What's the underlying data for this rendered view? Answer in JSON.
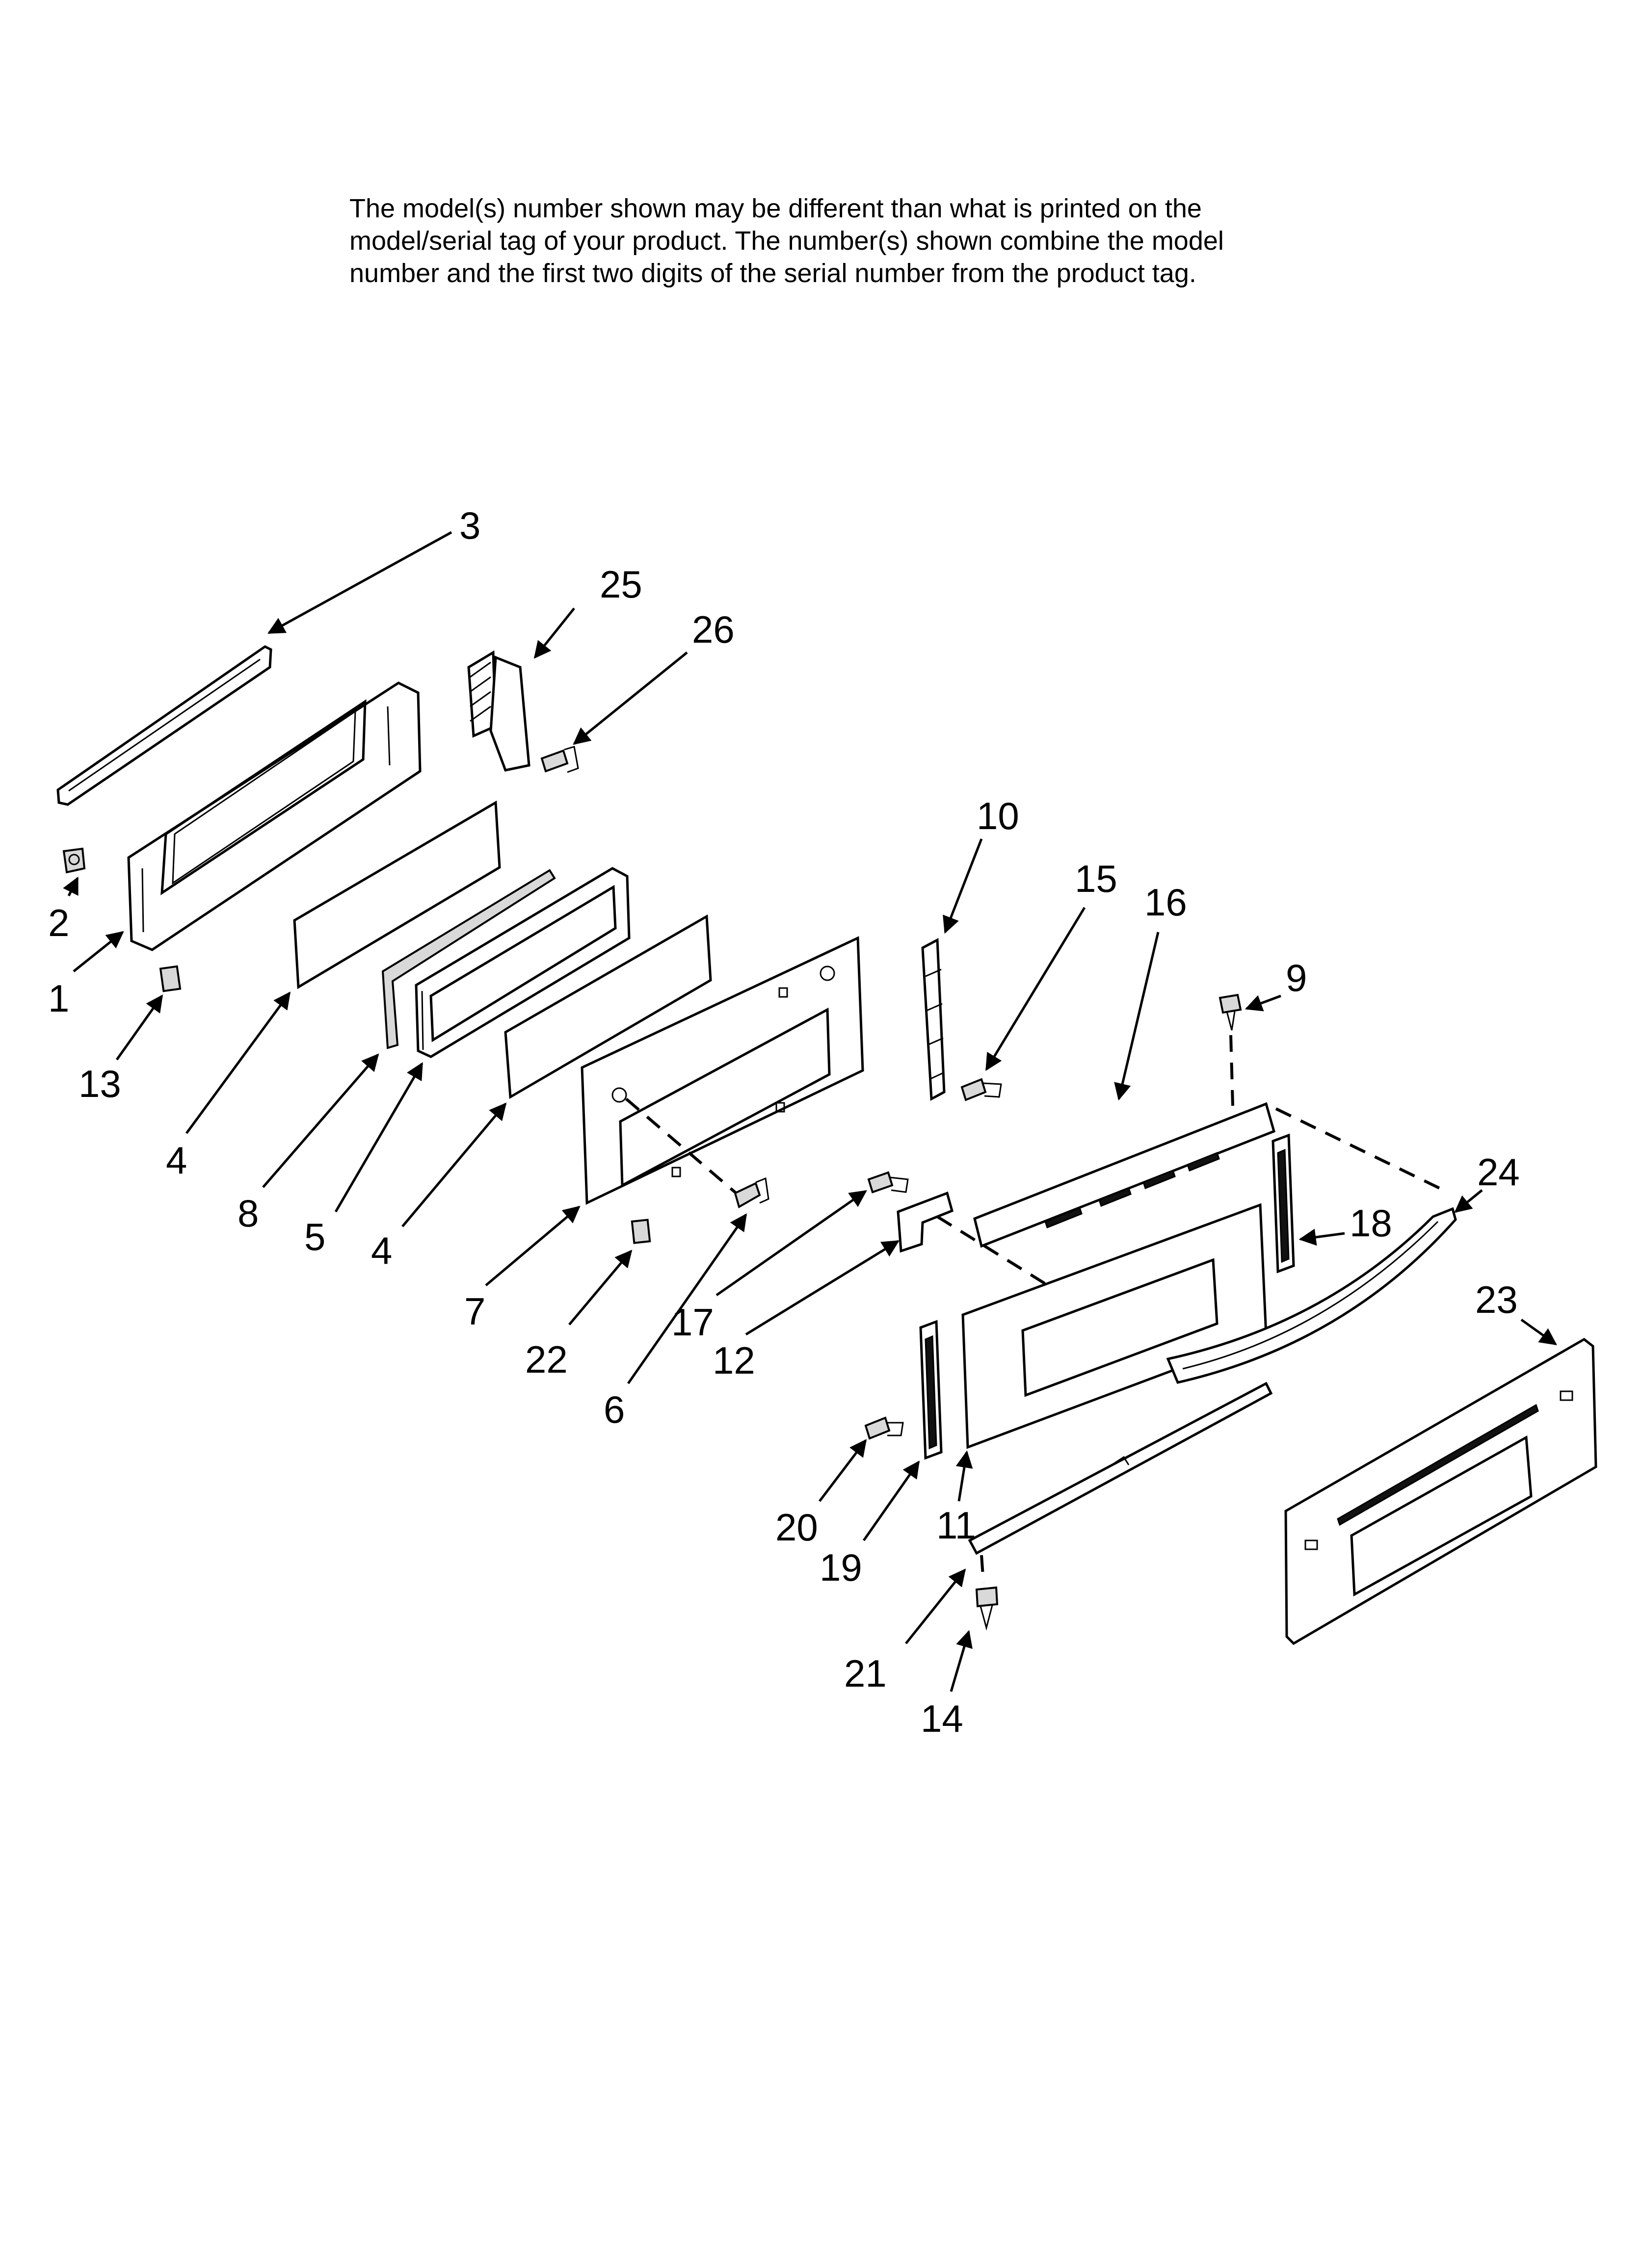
{
  "notice": {
    "line1": "The model(s) number shown may be different than what is printed on the",
    "line2": "model/serial tag of your product. The number(s) shown combine the model",
    "line3": "number and the first two digits of the serial number from the product tag."
  },
  "callouts": {
    "c1": "1",
    "c2": "2",
    "c3": "3",
    "c4a": "4",
    "c4b": "4",
    "c5": "5",
    "c6": "6",
    "c7": "7",
    "c8": "8",
    "c9": "9",
    "c10": "10",
    "c11": "11",
    "c12": "12",
    "c13": "13",
    "c14": "14",
    "c15": "15",
    "c16": "16",
    "c17": "17",
    "c18": "18",
    "c19": "19",
    "c20": "20",
    "c21": "21",
    "c22": "22",
    "c23": "23",
    "c24": "24",
    "c25": "25",
    "c26": "26"
  }
}
